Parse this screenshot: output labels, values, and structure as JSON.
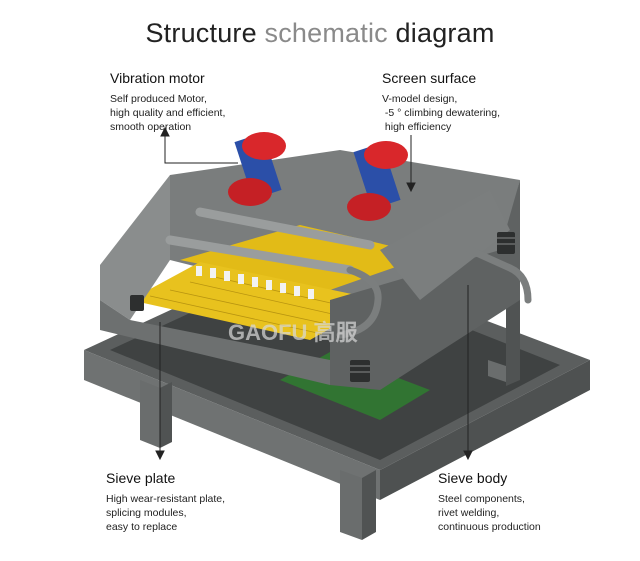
{
  "title": {
    "part1": "Structure ",
    "part2": "schematic",
    "part3": " diagram"
  },
  "callouts": {
    "vibration_motor": {
      "heading": "Vibration motor",
      "lines": [
        "Self produced Motor,",
        "high quality and efficient,",
        "smooth operation"
      ]
    },
    "screen_surface": {
      "heading": "Screen surface",
      "lines": [
        "V-model design,",
        " -5 ° climbing dewatering,",
        " high efficiency"
      ]
    },
    "sieve_plate": {
      "heading": "Sieve plate",
      "lines": [
        "High wear-resistant plate,",
        "splicing modules,",
        "easy to replace"
      ]
    },
    "sieve_body": {
      "heading": "Sieve body",
      "lines": [
        "Steel components,",
        "rivet welding,",
        "continuous production"
      ]
    }
  },
  "watermark": "GAOFU 高服",
  "colors": {
    "frame": "#6b6e6e",
    "frame_dark": "#4f5252",
    "frame_light": "#8b8e8e",
    "motor_red": "#d9272b",
    "motor_blue": "#2b4fa8",
    "screen_yellow": "#e8c21e",
    "spring_dark": "#2d2f2f"
  },
  "icons": {
    "arrow": "leader-arrow"
  }
}
